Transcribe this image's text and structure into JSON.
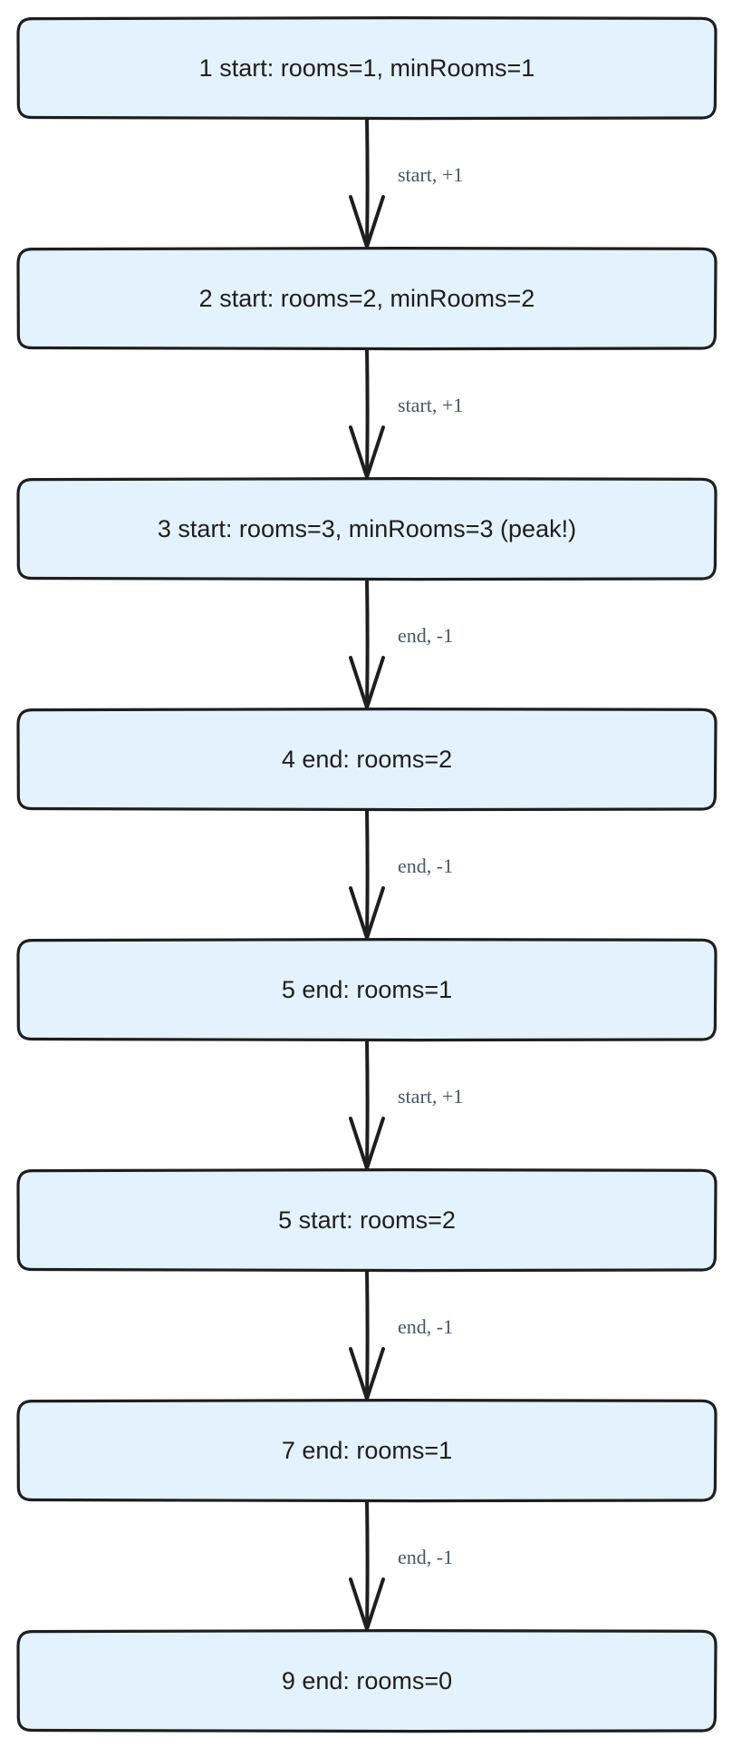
{
  "colors": {
    "node_fill": "#e3f2fc",
    "stroke": "#1e1e1e",
    "edge_label": "#4a5568"
  },
  "nodes": [
    {
      "label": "1 start: rooms=1, minRooms=1"
    },
    {
      "label": "2 start: rooms=2, minRooms=2"
    },
    {
      "label": "3 start: rooms=3, minRooms=3 (peak!)"
    },
    {
      "label": "4 end: rooms=2"
    },
    {
      "label": "5 end: rooms=1"
    },
    {
      "label": "5 start: rooms=2"
    },
    {
      "label": "7 end: rooms=1"
    },
    {
      "label": "9 end: rooms=0"
    }
  ],
  "edges": [
    {
      "label": "start, +1"
    },
    {
      "label": "start, +1"
    },
    {
      "label": "end, -1"
    },
    {
      "label": "end, -1"
    },
    {
      "label": "start, +1"
    },
    {
      "label": "end, -1"
    },
    {
      "label": "end, -1"
    }
  ]
}
